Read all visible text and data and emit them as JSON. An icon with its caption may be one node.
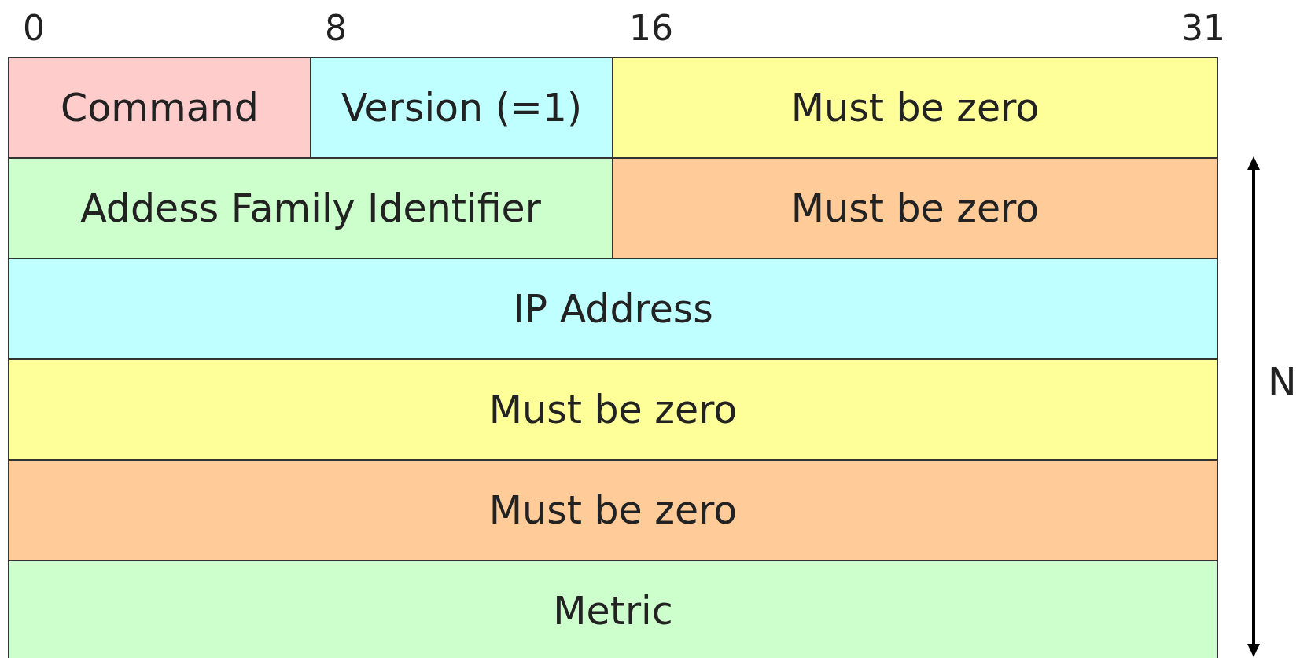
{
  "diagram": {
    "nodes": [
      {
        "text": [
          "Command"
        ]
      },
      {
        "text": [
          "Version (=1)"
        ]
      },
      {
        "text": [
          "Must be zero"
        ]
      },
      {
        "text": [
          "Addess Family Identifier"
        ]
      },
      {
        "text": [
          "Must be zero"
        ]
      },
      {
        "text": [
          "IP Address"
        ]
      },
      {
        "text": [
          "Must be zero"
        ]
      },
      {
        "text": [
          "Must be zero"
        ]
      },
      {
        "text": [
          "Metric"
        ]
      }
    ],
    "labels": [
      "0",
      "8",
      "16",
      "31",
      "N"
    ]
  }
}
